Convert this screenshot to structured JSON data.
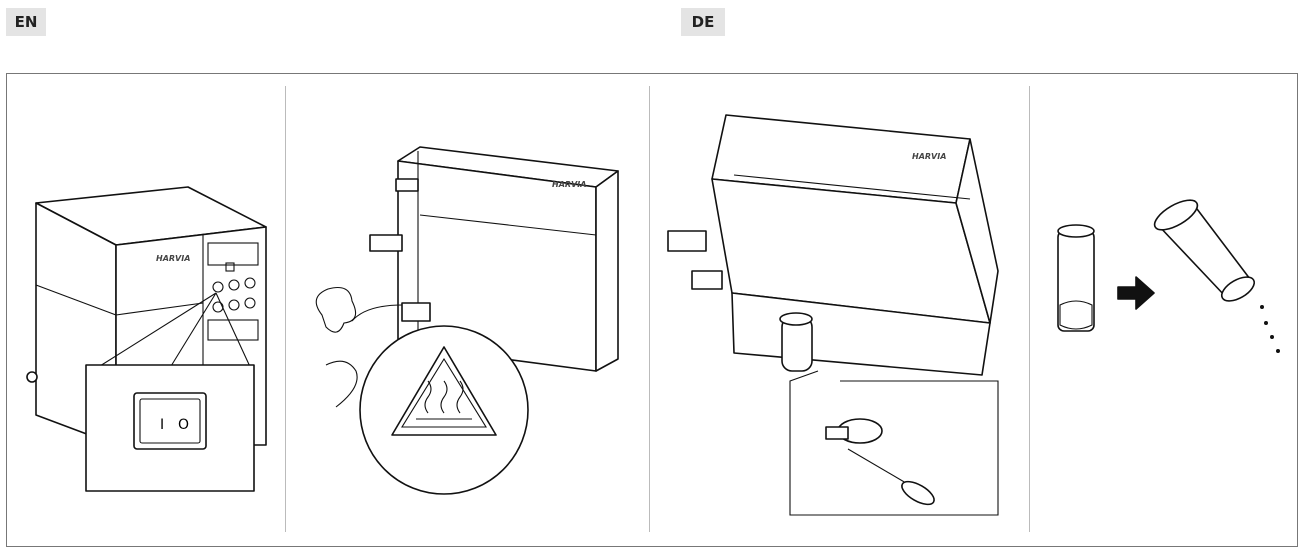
{
  "languages": [
    "EN",
    "DE"
  ],
  "brand": "HARVIA",
  "switch": {
    "on_label": "I",
    "off_label": "O"
  },
  "icons": {
    "panel1": "steam-generator-power-switch-illustration",
    "panel2": "hot-surface-warning-icon",
    "panel3": "hose-clamp-screwdriver-illustration",
    "panel4": "filter-empty-illustration"
  }
}
